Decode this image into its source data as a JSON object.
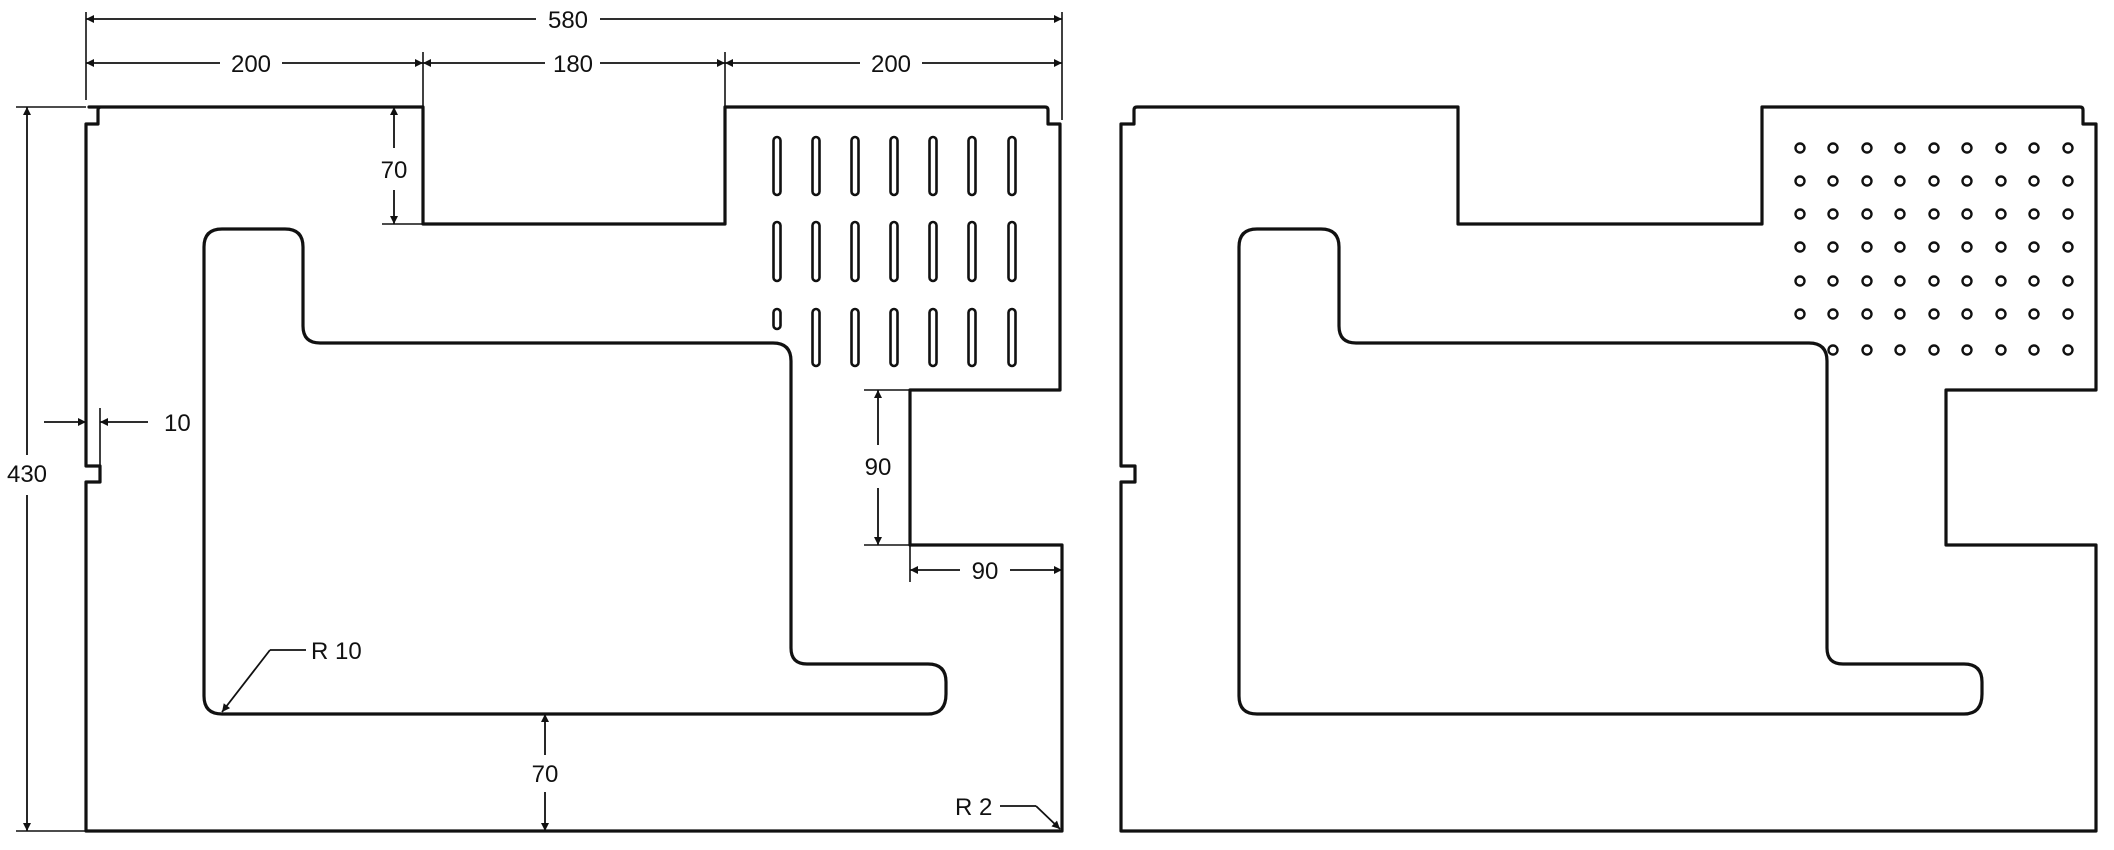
{
  "dimensions": {
    "overall_width": "580",
    "left_width": "200",
    "notch_width": "180",
    "right_width": "200",
    "notch_depth": "70",
    "height": "430",
    "tab": "10",
    "side_notch_height": "90",
    "side_notch_depth": "90",
    "inner_radius": "R 10",
    "bottom_margin": "70",
    "corner_radius": "R 2"
  }
}
